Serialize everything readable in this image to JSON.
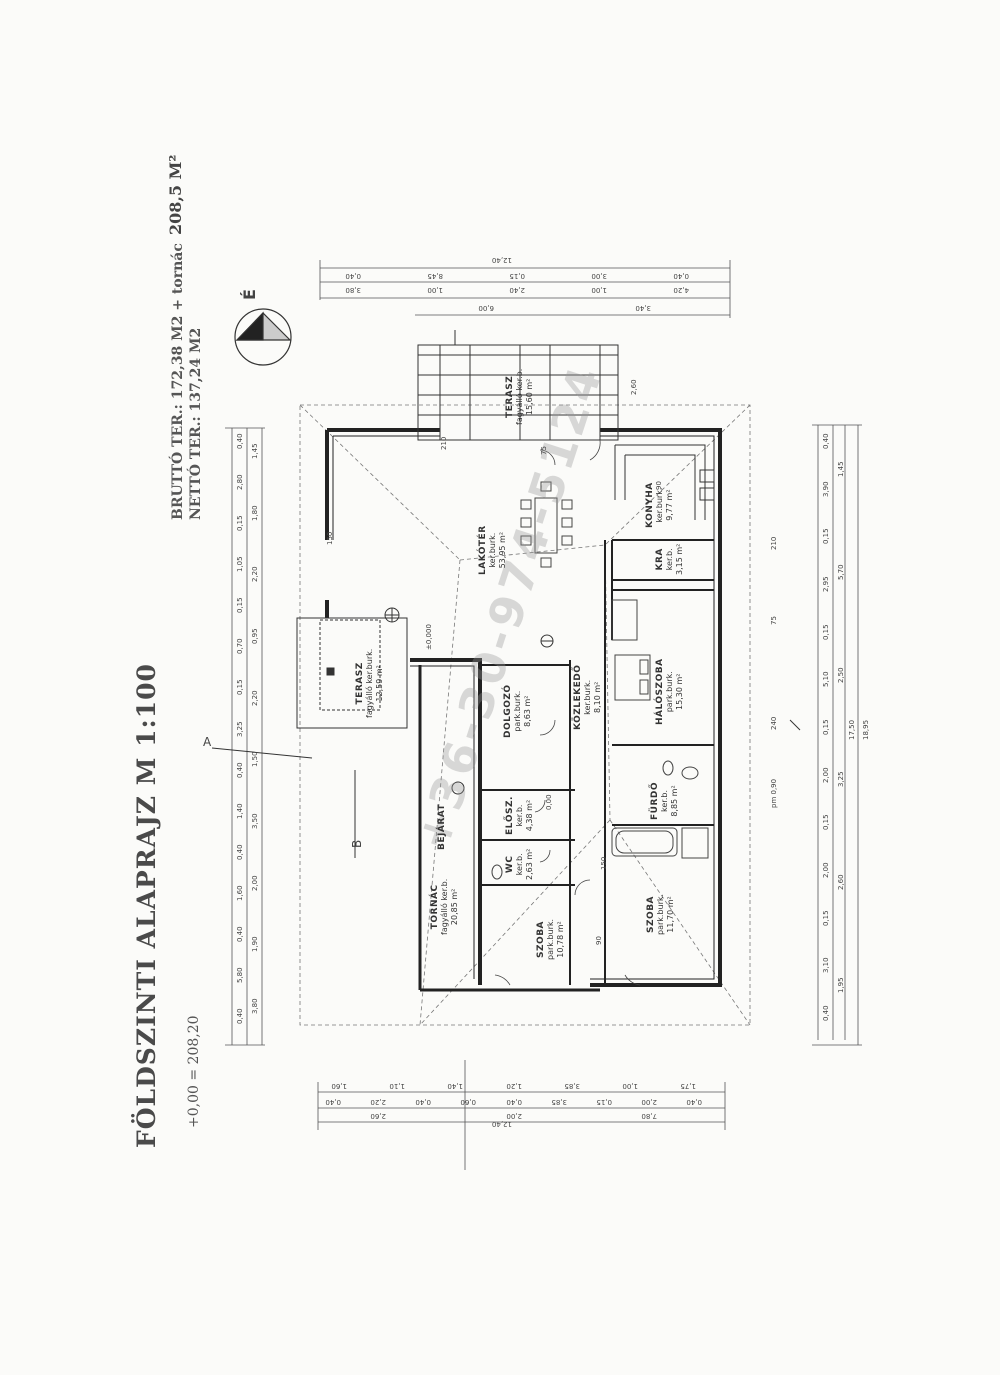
{
  "drawing": {
    "title": "FÖLDSZINTI ALAPRAJZ   M 1:100",
    "elevation": "+0,00 = 208,20",
    "gross_area": "BRUTTÓ TER.: 172,38 M2 + tornác",
    "net_area": "NETTÓ TER.: 137,24 M2",
    "total_area": "208,5 M²",
    "watermark": "+36-30-974-5124"
  },
  "rooms": {
    "lakoter": {
      "name": "LAKÓTÉR",
      "finish": "ker.burk.",
      "area": "53,95 m²"
    },
    "konyha": {
      "name": "KONYHA",
      "finish": "ker.burk.",
      "area": "9,77 m²"
    },
    "kamra": {
      "name": "KRA",
      "finish": "ker.b.",
      "area": "3,15 m²"
    },
    "haloszoba": {
      "name": "HÁLÓSZOBA",
      "finish": "park.burk.",
      "area": "15,30 m²"
    },
    "furdo": {
      "name": "FÜRDŐ",
      "finish": "ker.b.",
      "area": "8,85 m²"
    },
    "szoba1": {
      "name": "SZOBA",
      "finish": "park.burk.",
      "area": "11,70 m²"
    },
    "szoba2": {
      "name": "SZOBA",
      "finish": "park.burk.",
      "area": "10,78 m²"
    },
    "kozlekedo": {
      "name": "KÖZLEKEDŐ",
      "finish": "ker.burk.",
      "area": "8,10 m²"
    },
    "dolgozo": {
      "name": "DOLGOZÓ",
      "finish": "park.burk.",
      "area": "8,63 m²"
    },
    "eloszoba": {
      "name": "ELŐSZ.",
      "finish": "ker.b.",
      "area": "4,38 m²"
    },
    "wc": {
      "name": "WC",
      "finish": "ker.b.",
      "area": "2,63 m²"
    },
    "tornac": {
      "name": "TORNÁC",
      "finish": "fagyálló ker.b.",
      "area": "20,85 m²"
    },
    "terasz1": {
      "name": "TERASZ",
      "finish": "fagyálló ker.b.",
      "area": "15,60 m²"
    },
    "terasz2": {
      "name": "TERASZ",
      "finish": "fagyálló ker.burk.",
      "area": "12,59 m²"
    },
    "bejarat": {
      "name": "BEJÁRAT"
    }
  },
  "dimensions": {
    "top_total": "12,40",
    "top_row1": [
      "0,40",
      "8,45",
      "0,15",
      "3,00",
      "0,40"
    ],
    "top_row2": [
      "3,80",
      "1,00",
      "2,40",
      "1,00",
      "4,20"
    ],
    "top_row3": [
      "6,00",
      "3,40"
    ],
    "top_260": "2,60",
    "bottom_total": "12,40",
    "bottom_row1": [
      "1,60",
      "1,10",
      "1,40",
      "1,20",
      "3,85",
      "1,00",
      "1,75"
    ],
    "bottom_row2": [
      "0,40",
      "2,20",
      "0,40",
      "0,60",
      "0,40",
      "3,85",
      "0,15",
      "2,00",
      "0,40"
    ],
    "bottom_row3": [
      "2,60",
      "2,00",
      "7,80"
    ],
    "left_row1": [
      "0,40",
      "5,80",
      "0,40",
      "1,60",
      "0,40",
      "1,40",
      "0,40",
      "3,25",
      "0,15",
      "0,70",
      "0,15",
      "1,05",
      "0,15",
      "2,80",
      "0,40"
    ],
    "left_row2": [
      "3,80",
      "1,90",
      "2,00",
      "3,50",
      "1,50",
      "2,20",
      "0,95",
      "2,20",
      "1,80",
      "1,45"
    ],
    "right_row1": [
      "0,40",
      "3,10",
      "0,15",
      "2,00",
      "0,15",
      "2,00",
      "0,15",
      "5,10",
      "0,15",
      "2,95",
      "0,15",
      "3,90",
      "0,40"
    ],
    "right_row2": [
      "1,95",
      "2,60",
      "3,25",
      "2,50",
      "5,70",
      "1,45"
    ],
    "right_total1": "17,50",
    "right_total2": "18,95",
    "openings": [
      "150",
      "90",
      "210",
      "75",
      "240",
      "pm 0,90",
      "±0,000",
      "0,00"
    ]
  },
  "markers": {
    "section_a": "A",
    "section_b": "B",
    "north": "É"
  }
}
